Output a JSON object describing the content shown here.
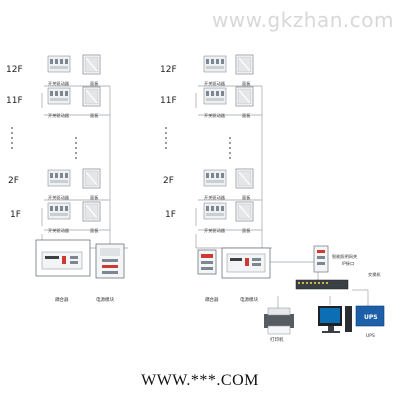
{
  "watermark": "www.gkzhan.com",
  "floors": {
    "f12": "12F",
    "f11": "11F",
    "f2": "2F",
    "f1": "1F"
  },
  "labels": {
    "switch_actuator": "开关驱动器",
    "panel": "面板",
    "coupler": "耦合器",
    "power_module": "电源模块",
    "gateway_line1": "智能照明网关",
    "gateway_line2": "IP接口",
    "switch": "交换机",
    "printer": "打印机",
    "ups": "UPS",
    "ups_box": "UPS"
  },
  "footer": "WWW.***.COM"
}
